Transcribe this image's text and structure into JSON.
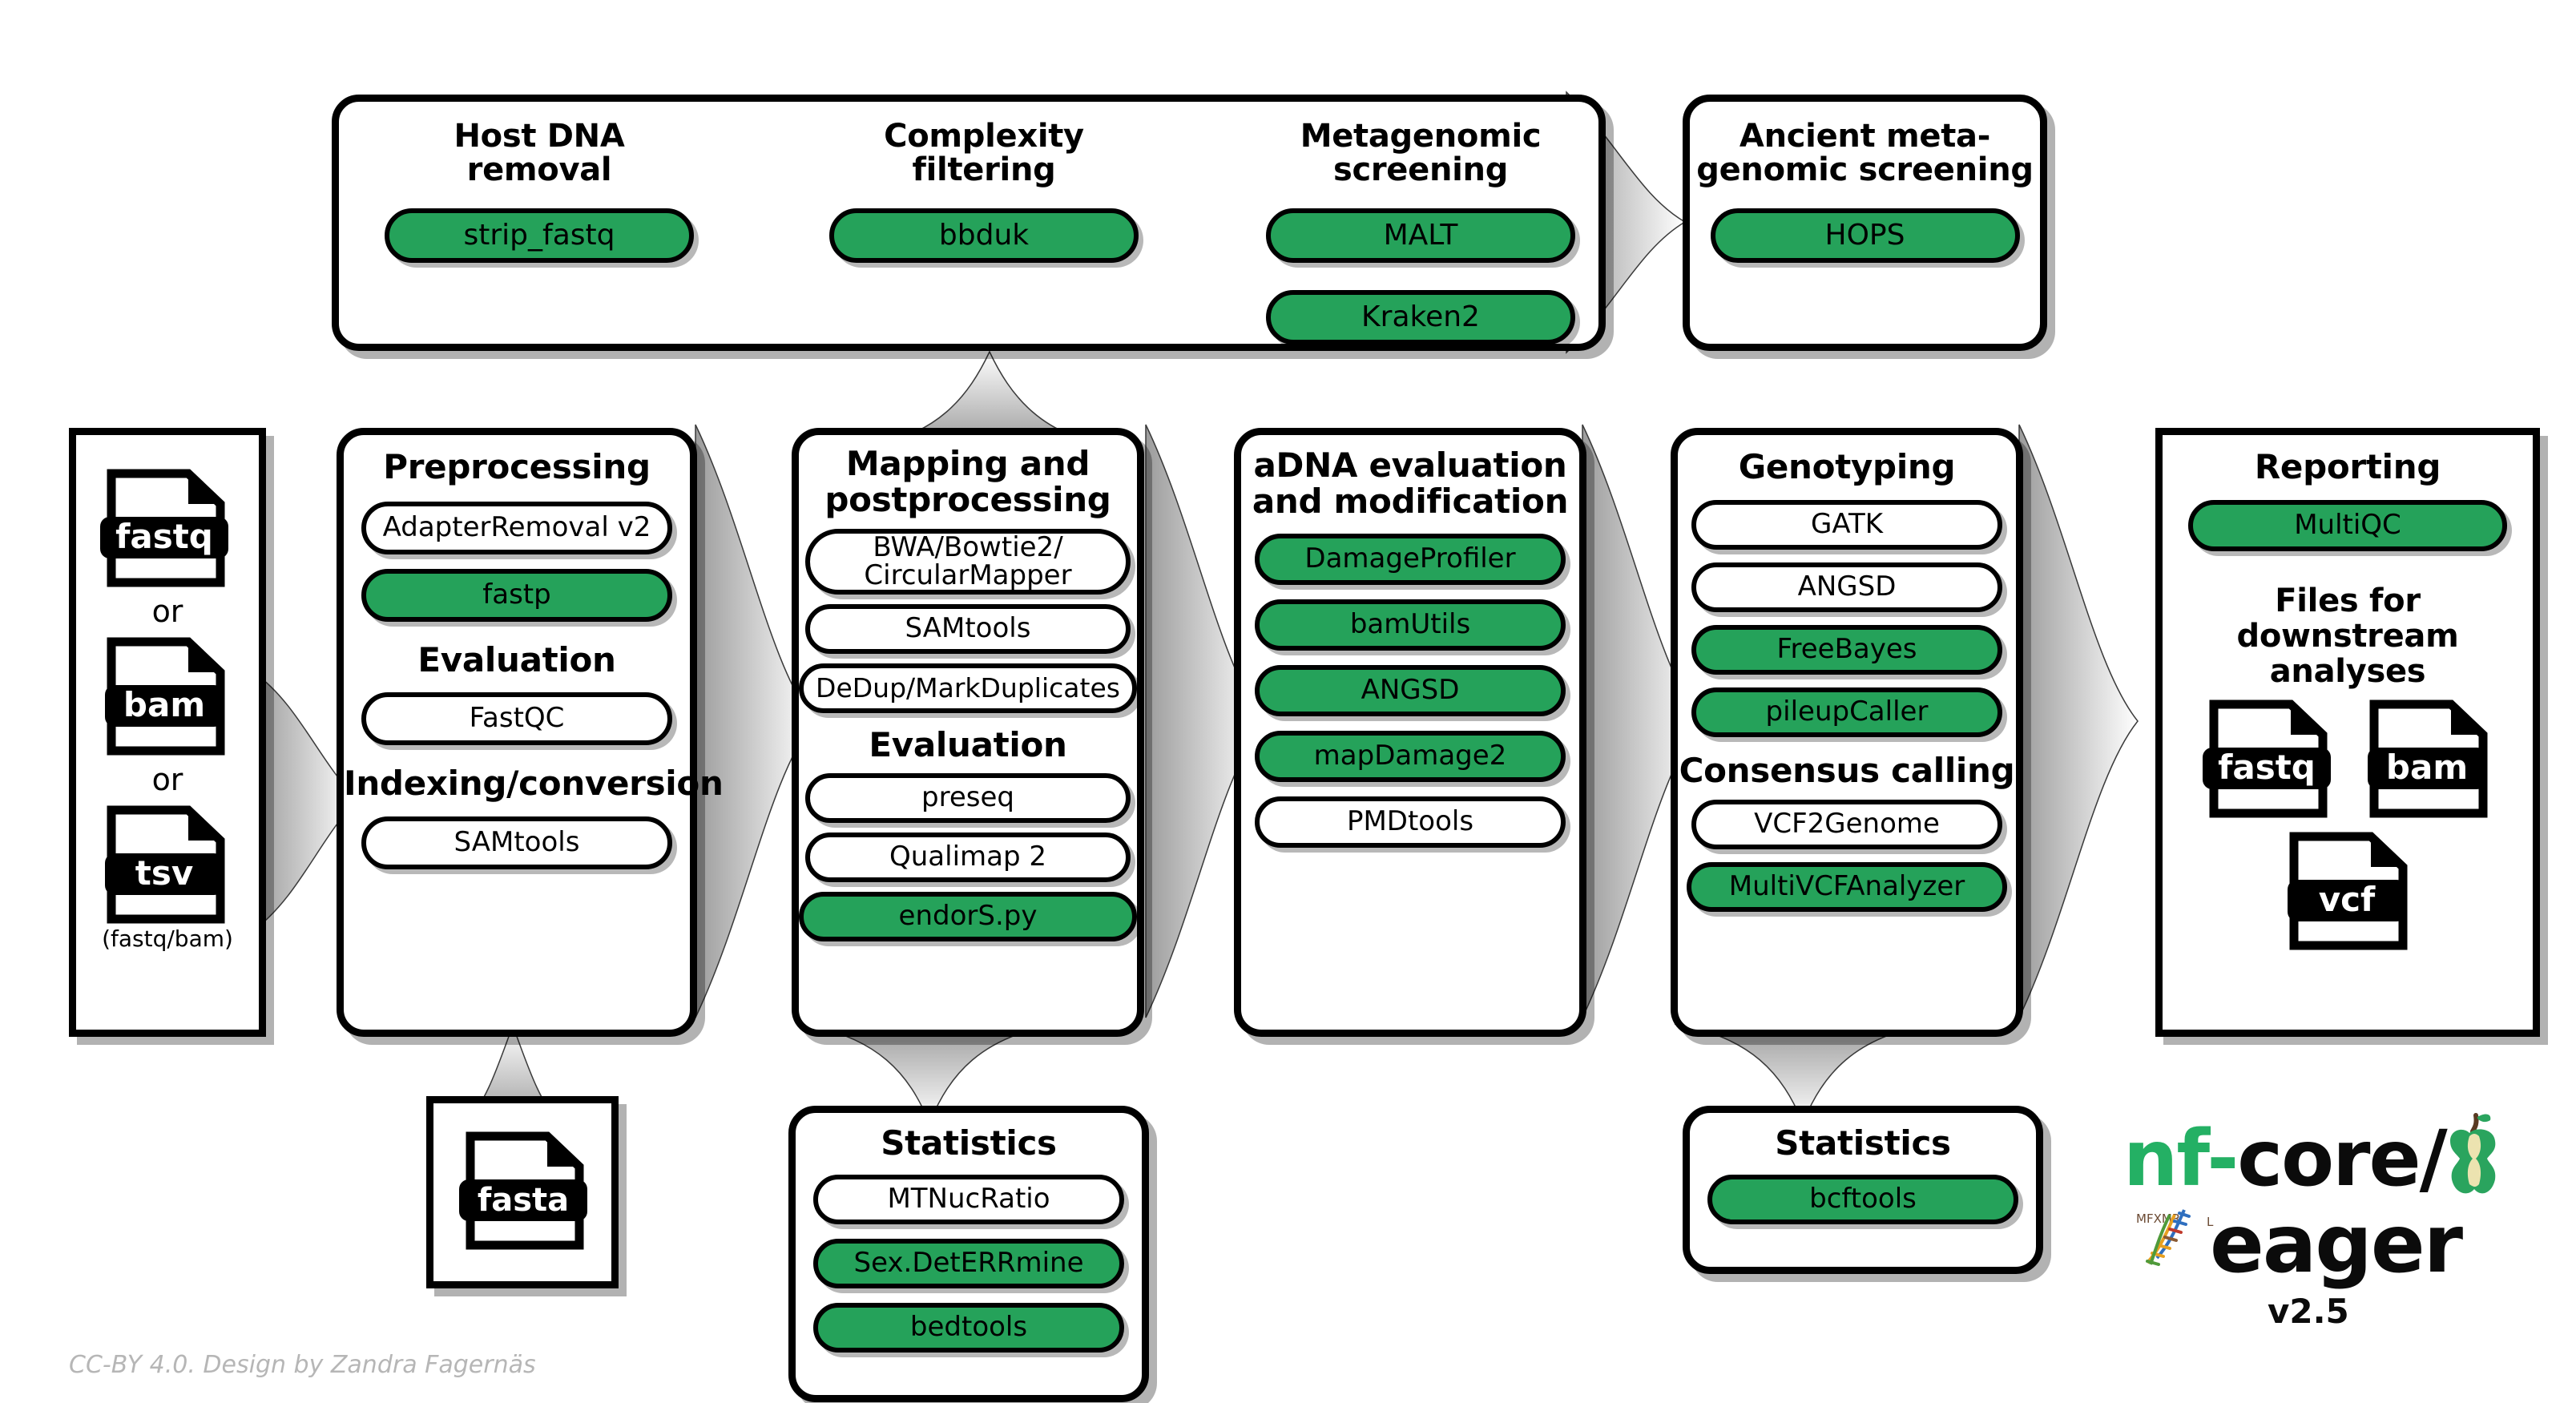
{
  "meta": {
    "title": "nf-core/eager pipeline workflow diagram",
    "credit": "CC-BY 4.0. Design by Zandra Fagernäs",
    "accent_green": "#25A25A",
    "logo_green": "#24B064",
    "outline": "#000000",
    "background": "#FFFFFF"
  },
  "logo": {
    "prefix": "nf-",
    "suffix": "core/",
    "name": "eager",
    "version": "v2.5",
    "apple_icon": "apple-core-icon",
    "dna_icon": "dna-helix-icon"
  },
  "input_column": {
    "files": [
      {
        "ext": "fastq",
        "icon": "fastq-file-icon"
      },
      {
        "ext": "bam",
        "icon": "bam-file-icon"
      },
      {
        "ext": "tsv",
        "icon": "tsv-file-icon"
      }
    ],
    "separator": "or",
    "tsv_note": "(fastq/bam)"
  },
  "reference_box": {
    "file": {
      "ext": "fasta",
      "icon": "fasta-file-icon"
    }
  },
  "top_panel": {
    "groups": [
      {
        "title": "Host DNA\nremoval",
        "tools": [
          {
            "label": "strip_fastq",
            "highlighted": true
          }
        ]
      },
      {
        "title": "Complexity\nfiltering",
        "tools": [
          {
            "label": "bbduk",
            "highlighted": true
          }
        ]
      },
      {
        "title": "Metagenomic\nscreening",
        "tools": [
          {
            "label": "MALT",
            "highlighted": true
          },
          {
            "label": "Kraken2",
            "highlighted": true
          }
        ]
      }
    ]
  },
  "hops_panel": {
    "title": "Ancient meta-\ngenomic screening",
    "tools": [
      {
        "label": "HOPS",
        "highlighted": true
      }
    ]
  },
  "main_columns": [
    {
      "id": "preprocessing",
      "title": "Preprocessing",
      "sections": [
        {
          "heading": null,
          "tools": [
            {
              "label": "AdapterRemoval v2",
              "highlighted": false
            },
            {
              "label": "fastp",
              "highlighted": true
            }
          ]
        },
        {
          "heading": "Evaluation",
          "tools": [
            {
              "label": "FastQC",
              "highlighted": false
            }
          ]
        },
        {
          "heading": "Indexing/conversion",
          "tools": [
            {
              "label": "SAMtools",
              "highlighted": false
            }
          ]
        }
      ]
    },
    {
      "id": "mapping",
      "title": "Mapping and\npostprocessing",
      "sections": [
        {
          "heading": null,
          "tools": [
            {
              "label": "BWA/Bowtie2/\nCircularMapper",
              "highlighted": false
            },
            {
              "label": "SAMtools",
              "highlighted": false
            },
            {
              "label": "DeDup/MarkDuplicates",
              "highlighted": false
            }
          ]
        },
        {
          "heading": "Evaluation",
          "tools": [
            {
              "label": "preseq",
              "highlighted": false
            },
            {
              "label": "Qualimap 2",
              "highlighted": false
            },
            {
              "label": "endorS.py",
              "highlighted": true
            }
          ]
        }
      ]
    },
    {
      "id": "adna",
      "title": "aDNA evaluation\nand modification",
      "sections": [
        {
          "heading": null,
          "tools": [
            {
              "label": "DamageProfiler",
              "highlighted": true
            },
            {
              "label": "bamUtils",
              "highlighted": true
            },
            {
              "label": "ANGSD",
              "highlighted": true
            },
            {
              "label": "mapDamage2",
              "highlighted": true
            },
            {
              "label": "PMDtools",
              "highlighted": false
            }
          ]
        }
      ]
    },
    {
      "id": "genotyping",
      "title": "Genotyping",
      "sections": [
        {
          "heading": null,
          "tools": [
            {
              "label": "GATK",
              "highlighted": false
            },
            {
              "label": "ANGSD",
              "highlighted": false
            },
            {
              "label": "FreeBayes",
              "highlighted": true
            },
            {
              "label": "pileupCaller",
              "highlighted": true
            }
          ]
        },
        {
          "heading": "Consensus calling",
          "tools": [
            {
              "label": "VCF2Genome",
              "highlighted": false
            },
            {
              "label": "MultiVCFAnalyzer",
              "highlighted": true
            }
          ]
        }
      ]
    },
    {
      "id": "reporting",
      "title": "Reporting",
      "sections": [
        {
          "heading": null,
          "tools": [
            {
              "label": "MultiQC",
              "highlighted": true
            }
          ]
        }
      ],
      "downstream_heading": "Files for downstream\nanalyses",
      "downstream_files": [
        {
          "ext": "fastq",
          "icon": "fastq-file-icon"
        },
        {
          "ext": "bam",
          "icon": "bam-file-icon"
        },
        {
          "ext": "vcf",
          "icon": "vcf-file-icon"
        }
      ]
    }
  ],
  "bottom_panels": [
    {
      "id": "statistics-mapping",
      "title": "Statistics",
      "tools": [
        {
          "label": "MTNucRatio",
          "highlighted": false
        },
        {
          "label": "Sex.DetERRmine",
          "highlighted": true
        },
        {
          "label": "bedtools",
          "highlighted": true
        }
      ]
    },
    {
      "id": "statistics-genotyping",
      "title": "Statistics",
      "tools": [
        {
          "label": "bcftools",
          "highlighted": true
        }
      ]
    }
  ]
}
